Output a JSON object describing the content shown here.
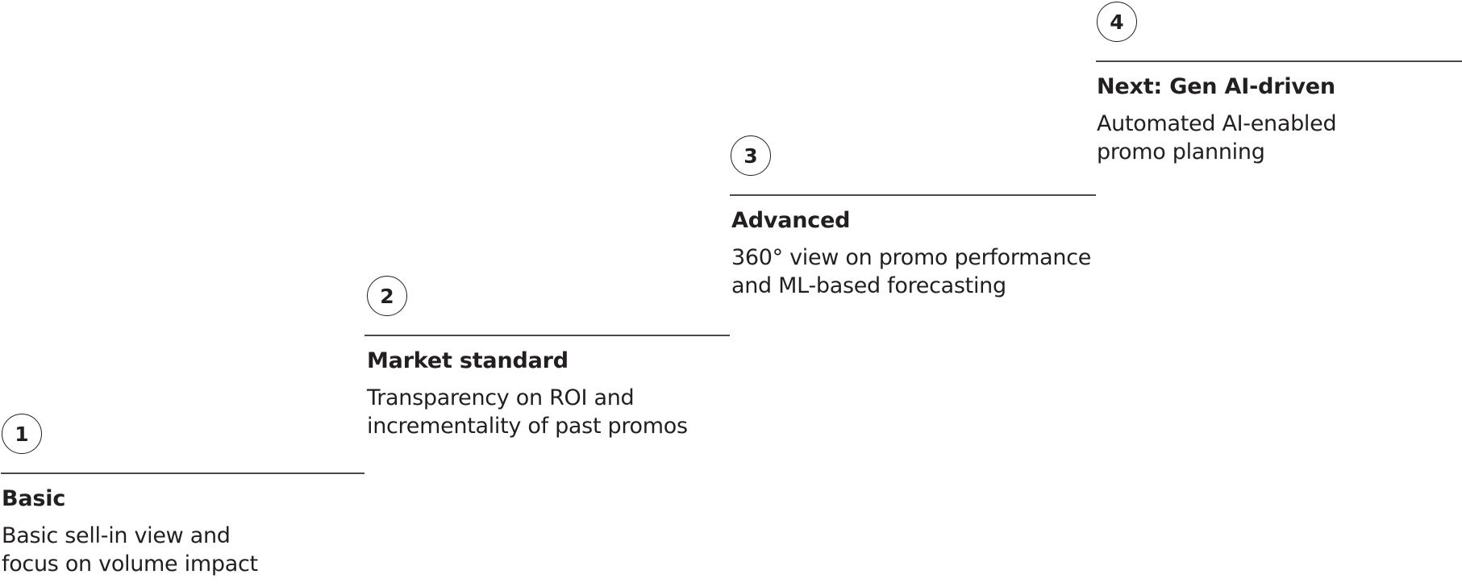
{
  "steps": [
    {
      "number": "1",
      "title": "Basic",
      "description": "Basic sell-in view and\nfocus on volume impact"
    },
    {
      "number": "2",
      "title": "Market standard",
      "description": "Transparency on ROI and\nincrementality of past promos"
    },
    {
      "number": "3",
      "title": "Advanced",
      "description": "360° view on promo performance\nand ML-based forecasting"
    },
    {
      "number": "4",
      "title": "Next: Gen AI-driven",
      "description": "Automated AI-enabled\npromo planning"
    }
  ]
}
